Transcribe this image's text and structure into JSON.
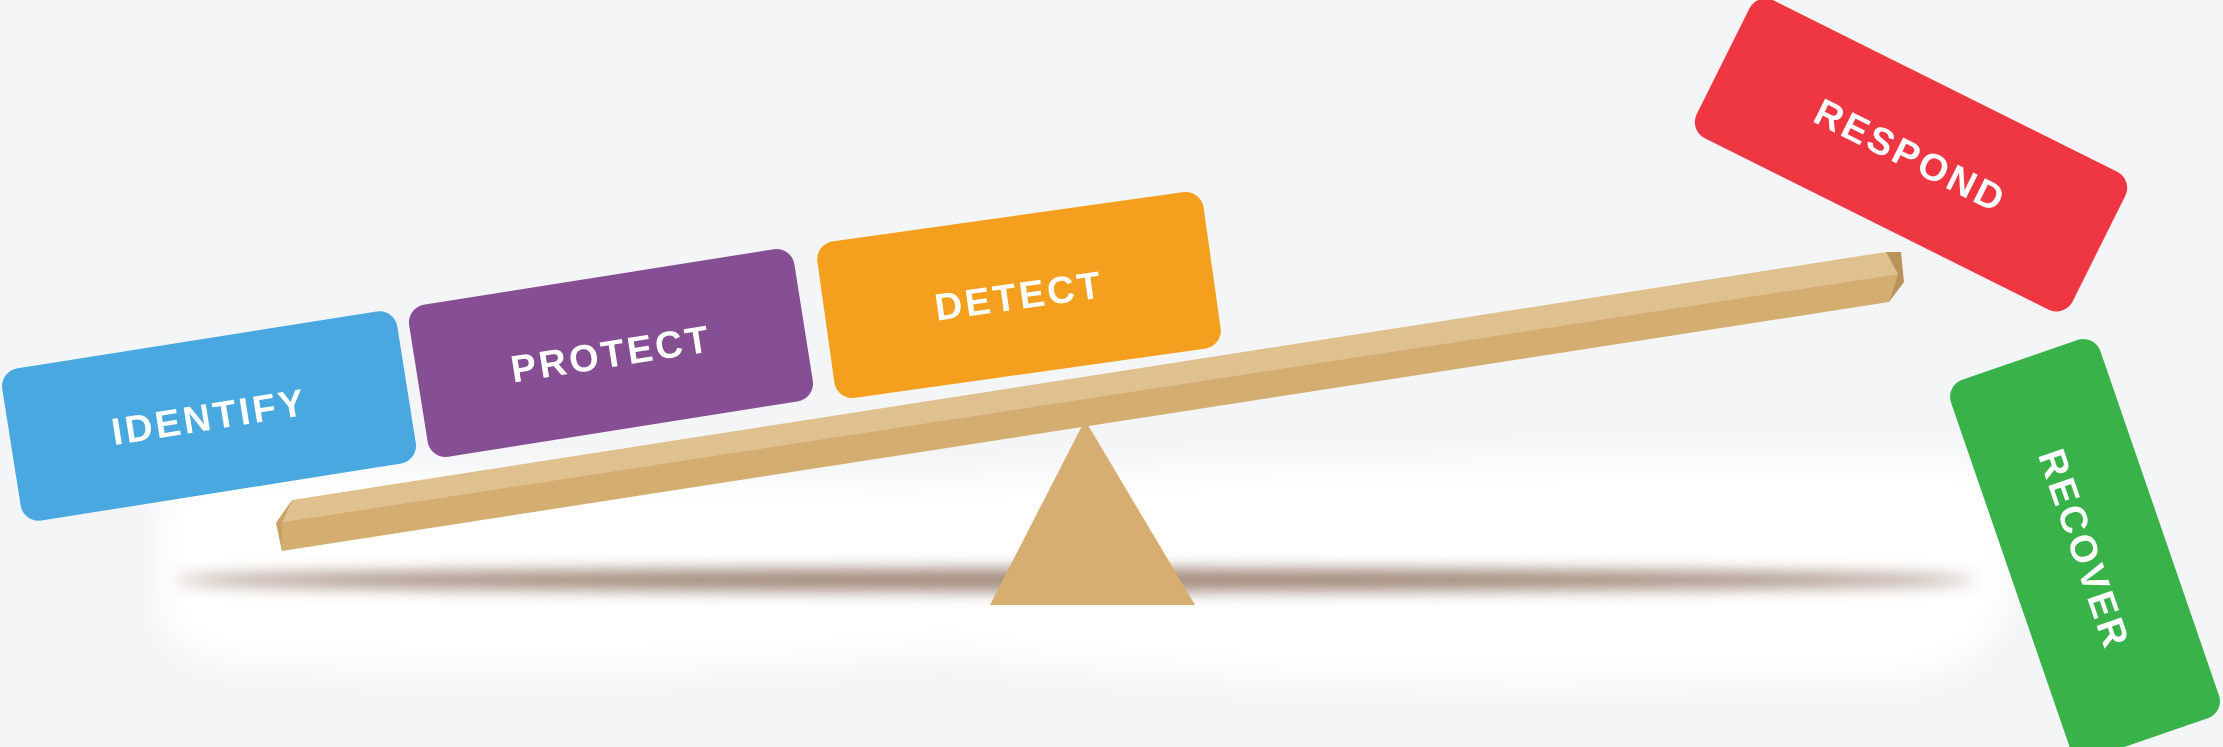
{
  "blocks": [
    {
      "id": "identify",
      "label": "IDENTIFY",
      "color": "#48a8df"
    },
    {
      "id": "protect",
      "label": "PROTECT",
      "color": "#874f93"
    },
    {
      "id": "detect",
      "label": "DETECT",
      "color": "#f59f1f"
    },
    {
      "id": "respond",
      "label": "RESPOND",
      "color": "#ee3742"
    },
    {
      "id": "recover",
      "label": "RECOVER",
      "color": "#39b24a"
    }
  ],
  "seesaw": {
    "plank_top_color": "#dfc190",
    "plank_front_color": "#d4ae70",
    "plank_end_color": "#b8935a",
    "fulcrum_color": "#d6ae71",
    "shadow_color": "#7d5a45"
  },
  "background_color": "#f3f5f7"
}
